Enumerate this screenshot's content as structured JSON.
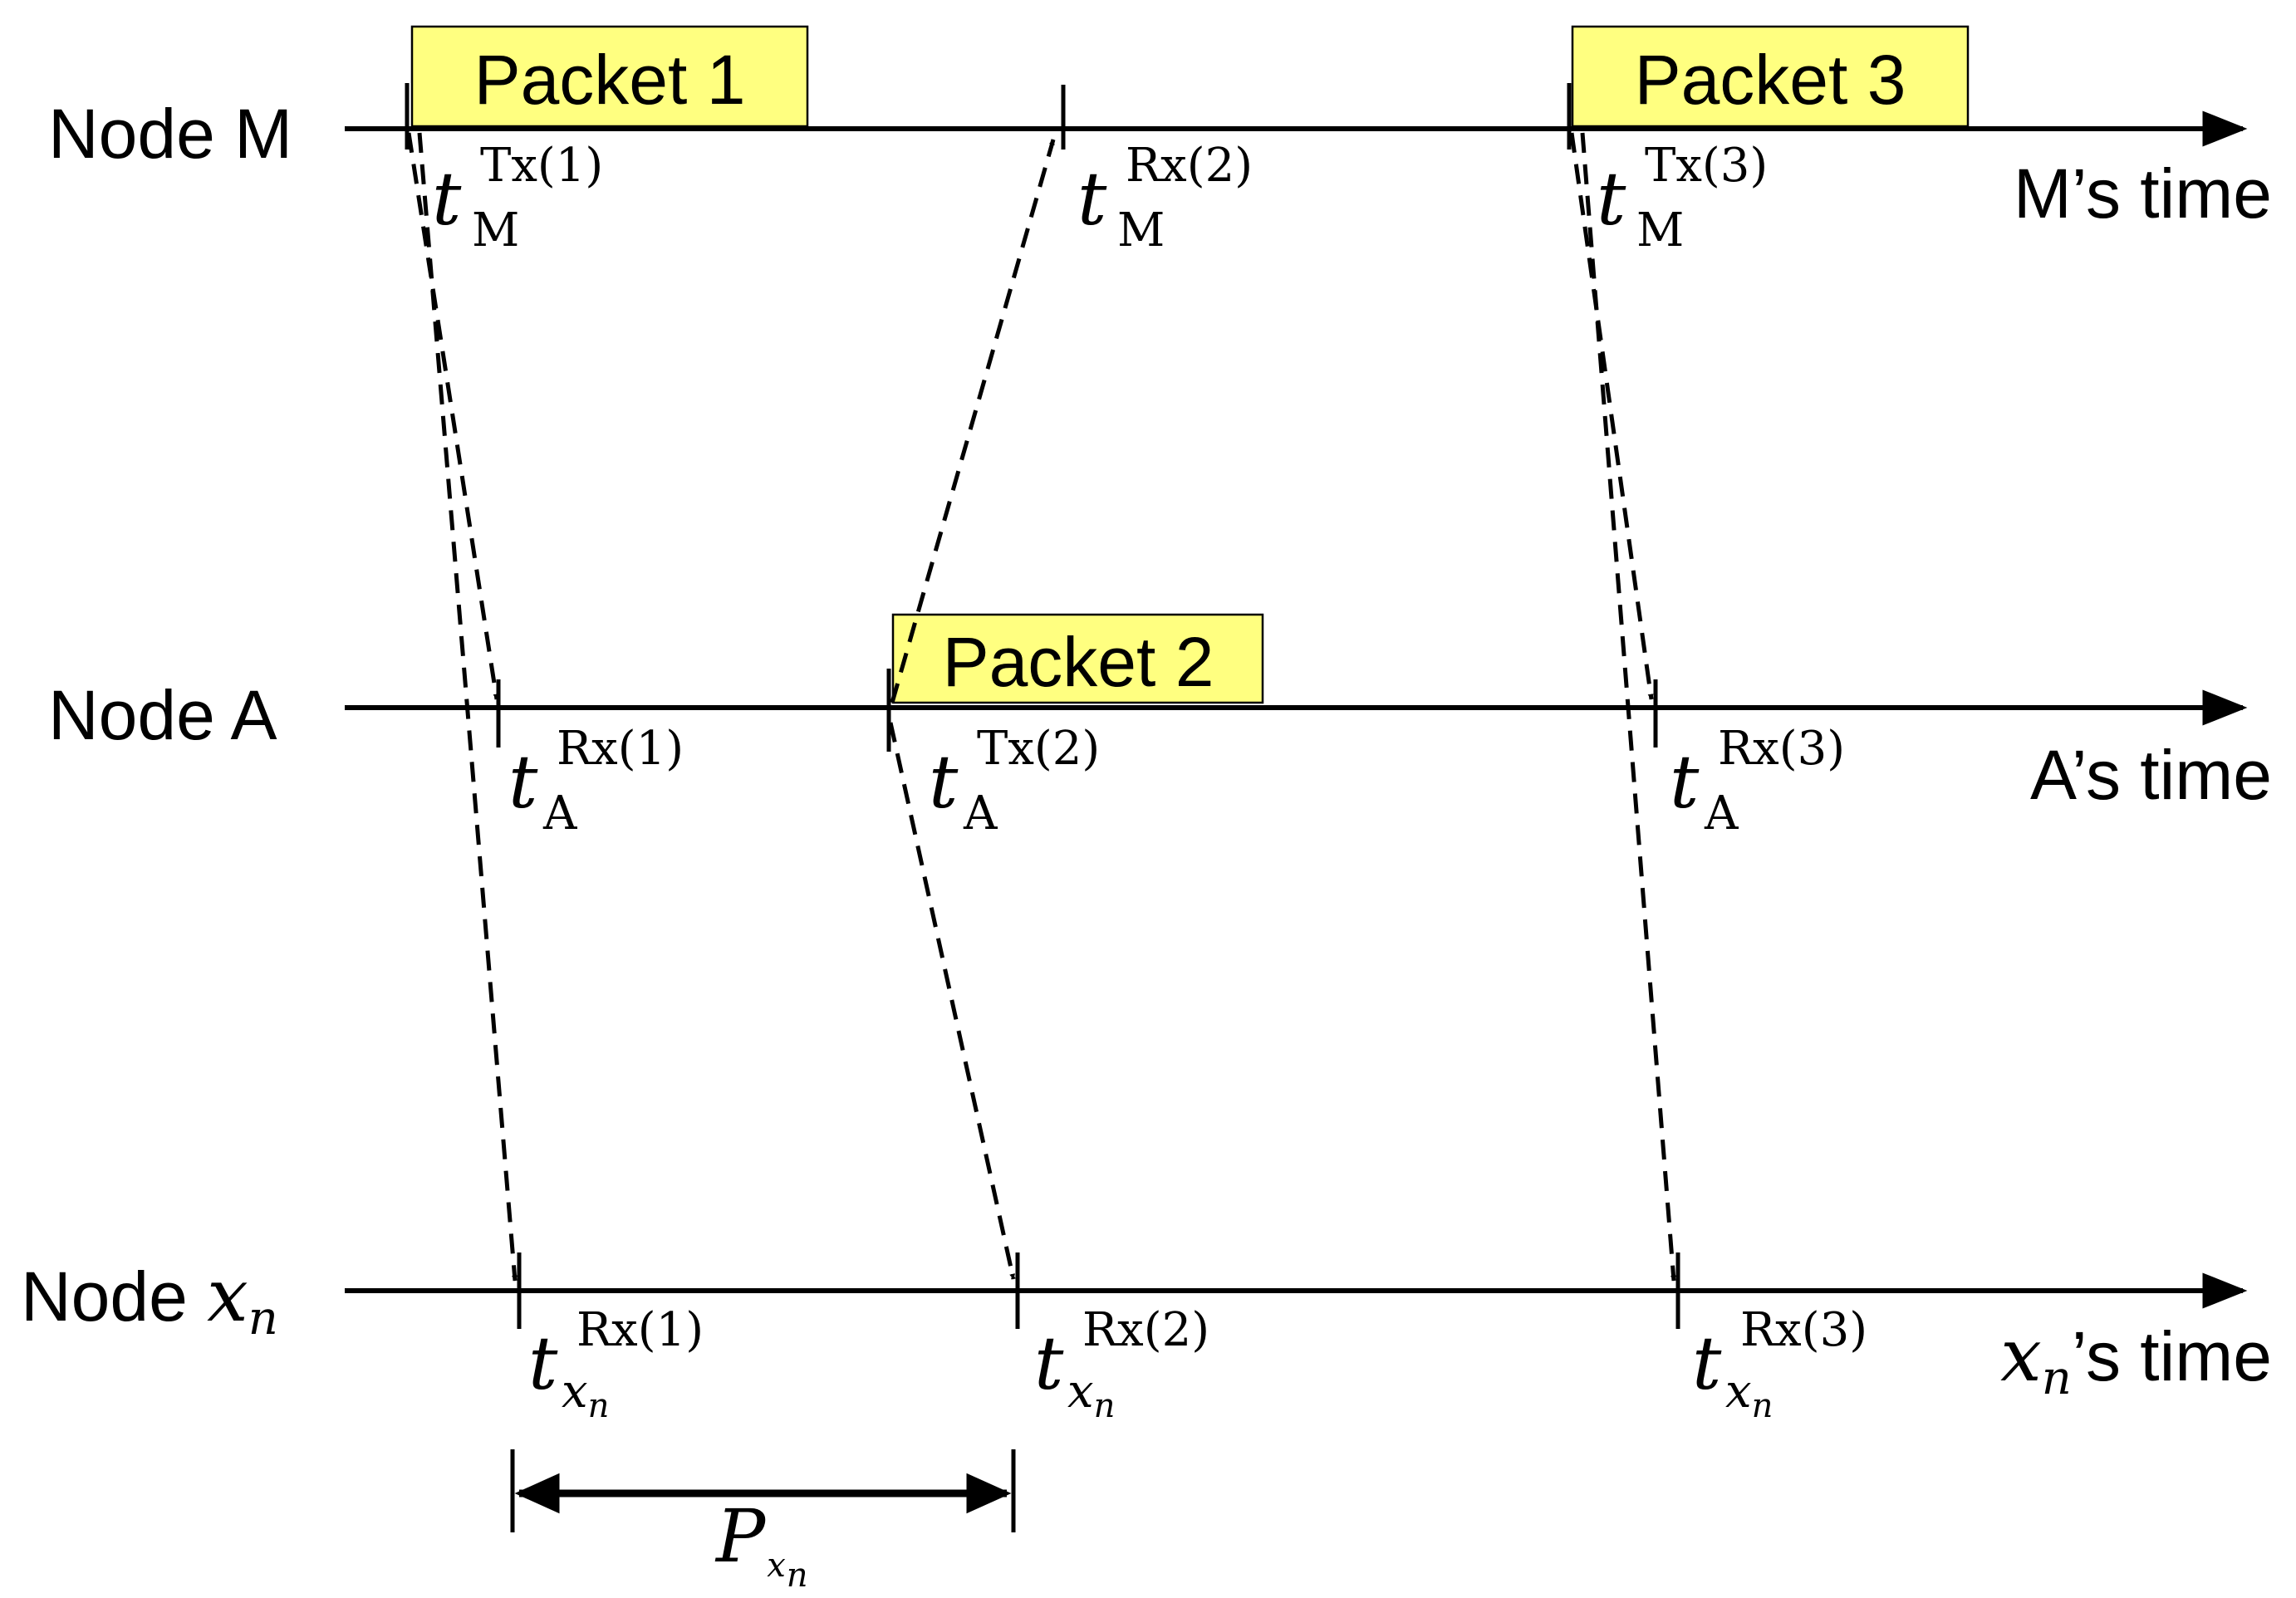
{
  "nodes": {
    "m": {
      "label": "Node M",
      "time_label": "M’s time"
    },
    "a": {
      "label": "Node A",
      "time_label": "A’s time"
    },
    "xn": {
      "label_prefix": "Node ",
      "label_var": "x",
      "label_sub": "n",
      "time_var": "x",
      "time_sub": "n",
      "time_suffix": "’s time"
    }
  },
  "packets": [
    {
      "label": "Packet 1"
    },
    {
      "label": "Packet 2"
    },
    {
      "label": "Packet 3"
    }
  ],
  "timestamps": {
    "m_tx1": {
      "base": "t",
      "sup": "Tx(1)",
      "sub": "M"
    },
    "m_rx2": {
      "base": "t",
      "sup": "Rx(2)",
      "sub": "M"
    },
    "m_tx3": {
      "base": "t",
      "sup": "Tx(3)",
      "sub": "M"
    },
    "a_rx1": {
      "base": "t",
      "sup": "Rx(1)",
      "sub": "A"
    },
    "a_tx2": {
      "base": "t",
      "sup": "Tx(2)",
      "sub": "A"
    },
    "a_rx3": {
      "base": "t",
      "sup": "Rx(3)",
      "sub": "A"
    },
    "xn_rx1": {
      "base": "t",
      "sup": "Rx(1)",
      "sub": "x",
      "subsub": "n"
    },
    "xn_rx2": {
      "base": "t",
      "sup": "Rx(2)",
      "sub": "x",
      "subsub": "n"
    },
    "xn_rx3": {
      "base": "t",
      "sup": "Rx(3)",
      "sub": "x",
      "subsub": "n"
    }
  },
  "period": {
    "base": "P",
    "sub": "x",
    "subsub": "n"
  },
  "colors": {
    "packet_fill": "#ffff80",
    "line": "#000000"
  }
}
